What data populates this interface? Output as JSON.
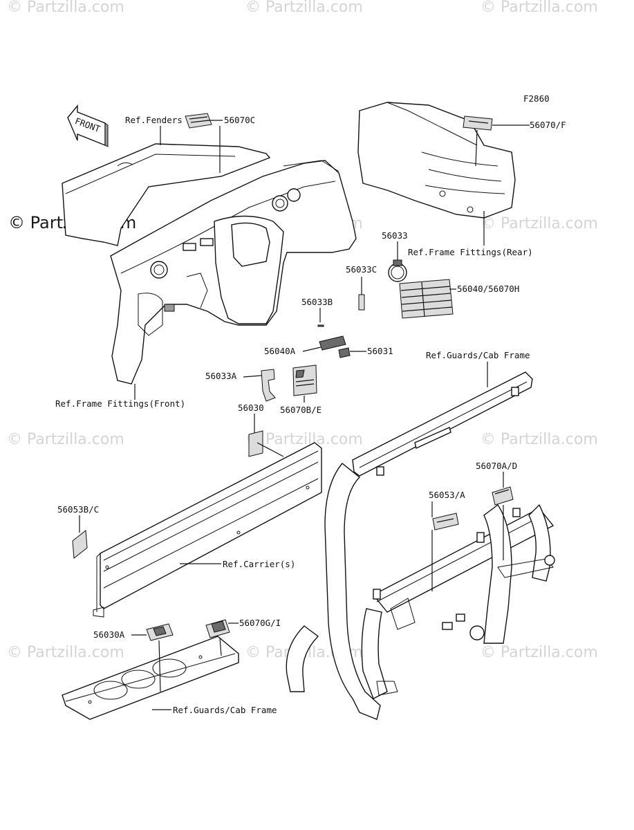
{
  "figure_code": "F2860",
  "brand_watermark": "© Partzilla.com",
  "front_arrow": "FRONT",
  "labels": {
    "ref_fenders": "Ref.Fenders",
    "p56070C": "56070C",
    "p56070F": "56070/F",
    "p56033": "56033",
    "ref_frame_rear": "Ref.Frame Fittings(Rear)",
    "p56033C": "56033C",
    "p56040_56070H": "56040/56070H",
    "p56033B": "56033B",
    "p56040A": "56040A",
    "p56031": "56031",
    "ref_guards_cab_1": "Ref.Guards/Cab Frame",
    "p56033A": "56033A",
    "p56070BE": "56070B/E",
    "ref_frame_front": "Ref.Frame Fittings(Front)",
    "p56030": "56030",
    "p56070AD": "56070A/D",
    "p56053A": "56053/A",
    "p56053BC": "56053B/C",
    "ref_carriers": "Ref.Carrier(s)",
    "p56030A": "56030A",
    "p56070GI": "56070G/I",
    "ref_guards_cab_2": "Ref.Guards/Cab Frame"
  }
}
